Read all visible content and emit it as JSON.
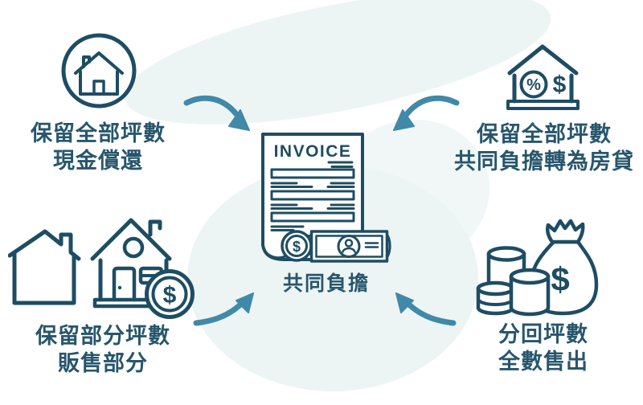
{
  "canvas": {
    "background": "#ffffff",
    "wash_color": "#ecf5f4",
    "icon_stroke_color": "#1e4d63",
    "arrow_color": "#4189a8",
    "text_color": "#27566c"
  },
  "center": {
    "icon": "invoice-document-icon",
    "invoice_title": "INVOICE",
    "label": "共同負擔"
  },
  "symbols": {
    "dollar": "$",
    "percent": "%"
  },
  "options": [
    {
      "id": "top-left",
      "icon": "house-in-circle-icon",
      "lines": [
        "保留全部坪數",
        "現金償還"
      ]
    },
    {
      "id": "top-right",
      "icon": "house-percent-dollar-icon",
      "lines": [
        "保留全部坪數",
        "共同負擔轉為房貸"
      ]
    },
    {
      "id": "bottom-left",
      "icon": "two-houses-dollar-icon",
      "lines": [
        "保留部分坪數",
        "販售部分"
      ]
    },
    {
      "id": "bottom-right",
      "icon": "coins-money-bag-icon",
      "lines": [
        "分回坪數",
        "全數售出"
      ]
    }
  ]
}
